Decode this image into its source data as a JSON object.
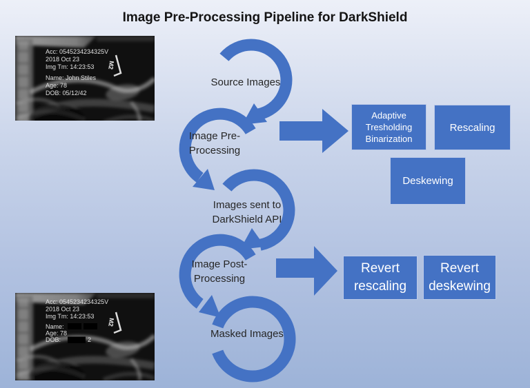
{
  "title": "Image Pre-Processing Pipeline for DarkShield",
  "colors": {
    "shape_blue": "#4472C4",
    "box_border": "#BCCAE8",
    "box_text": "#FFFFFF",
    "label_text": "#262626",
    "title_text": "#141414",
    "bg_top": "#EDF0F8",
    "bg_mid": "#C9D4EA",
    "bg_bottom": "#9DB3D8"
  },
  "pipeline": {
    "steps": [
      {
        "label": "Source Images"
      },
      {
        "label": "Image Pre-Processing"
      },
      {
        "label": "Images sent to DarkShield API"
      },
      {
        "label": "Image Post-Processing"
      },
      {
        "label": "Masked Images"
      }
    ]
  },
  "process_boxes": {
    "adaptive_thresholding": "Adaptive Tresholding Binarization",
    "rescaling": "Rescaling",
    "deskewing": "Deskewing",
    "revert_rescaling": "Revert rescaling",
    "revert_deskewing": "Revert deskewing"
  },
  "xray_original": {
    "acc": "Acc: 0545234234325V",
    "date": "2018 Oct 23",
    "img_time": "Img Tm: 14:23:53",
    "name": "Name: John Stiles",
    "age": "Age: 78",
    "dob": "DOB: 05/12/42",
    "marker": "M2"
  },
  "xray_masked": {
    "acc": "Acc: 0545234234325V",
    "date": "2018 Oct 23",
    "img_time": "Img Tm: 14:23:53",
    "name_label": "Name:",
    "age": "Age: 78",
    "dob_label": "DOB:",
    "dob_visible_digit": "2",
    "marker": "M2"
  }
}
